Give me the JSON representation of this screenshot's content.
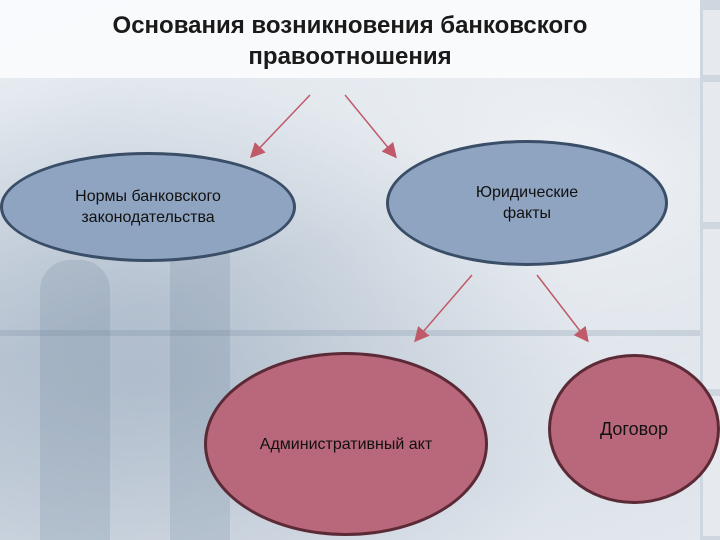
{
  "title": "Основания возникновения банковского правоотношения",
  "nodes": {
    "norms": "Нормы банковского законодательства",
    "facts": "Юридические факты",
    "admin_act": "Административный акт",
    "contract": "Договор"
  },
  "colors": {
    "blue_fill": "#8fa4c1",
    "blue_border": "#3a4e68",
    "rose_fill": "#b8687a",
    "rose_border": "#5c2a36",
    "arrow": "#c05a6a"
  }
}
